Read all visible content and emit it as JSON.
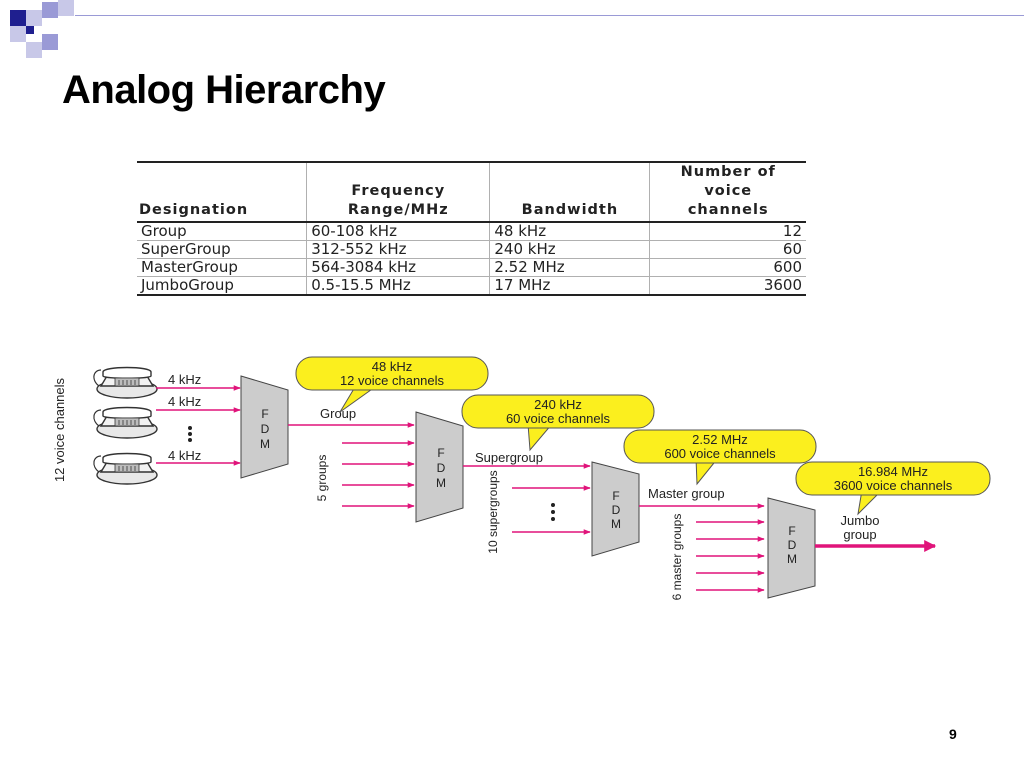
{
  "slide": {
    "title": "Analog Hierarchy",
    "page_number": "9"
  },
  "table": {
    "headers": {
      "designation": "Designation",
      "frequency_1": "Frequency",
      "frequency_2": "Range/MHz",
      "bandwidth": "Bandwidth",
      "channels_1": "Number of",
      "channels_2": "voice",
      "channels_3": "channels"
    },
    "rows": [
      {
        "designation": "Group",
        "range": "60-108 kHz",
        "bandwidth": "48 kHz",
        "channels": "12"
      },
      {
        "designation": "SuperGroup",
        "range": "312-552 kHz",
        "bandwidth": "240 kHz",
        "channels": "60"
      },
      {
        "designation": "MasterGroup",
        "range": "564-3084 kHz",
        "bandwidth": "2.52 MHz",
        "channels": "600"
      },
      {
        "designation": "JumboGroup",
        "range": "0.5-15.5 MHz",
        "bandwidth": "17 MHz",
        "channels": "3600"
      }
    ]
  },
  "diagram": {
    "colors": {
      "arrow": "#e0147a",
      "callout_fill": "#fbef1e",
      "mux_fill": "#cccccc"
    },
    "side_labels": {
      "voice": "12 voice channels",
      "groups": "5 groups",
      "supergroups": "10 supergroups",
      "master_groups": "6 master groups"
    },
    "input_labels": {
      "first": "4 kHz",
      "second": "4 kHz",
      "third": "4 kHz"
    },
    "mux": {
      "letter_1": "F",
      "letter_2": "D",
      "letter_3": "M"
    },
    "stage_labels": {
      "group": "Group",
      "supergroup": "Supergroup",
      "master_group": "Master group",
      "jumbo_1": "Jumbo",
      "jumbo_2": "group"
    },
    "callouts": {
      "c1_line1": "48 kHz",
      "c1_line2": "12 voice channels",
      "c2_line1": "240 kHz",
      "c2_line2": "60 voice channels",
      "c3_line1": "2.52 MHz",
      "c3_line2": "600 voice channels",
      "c4_line1": "16.984 MHz",
      "c4_line2": "3600 voice channels"
    }
  }
}
